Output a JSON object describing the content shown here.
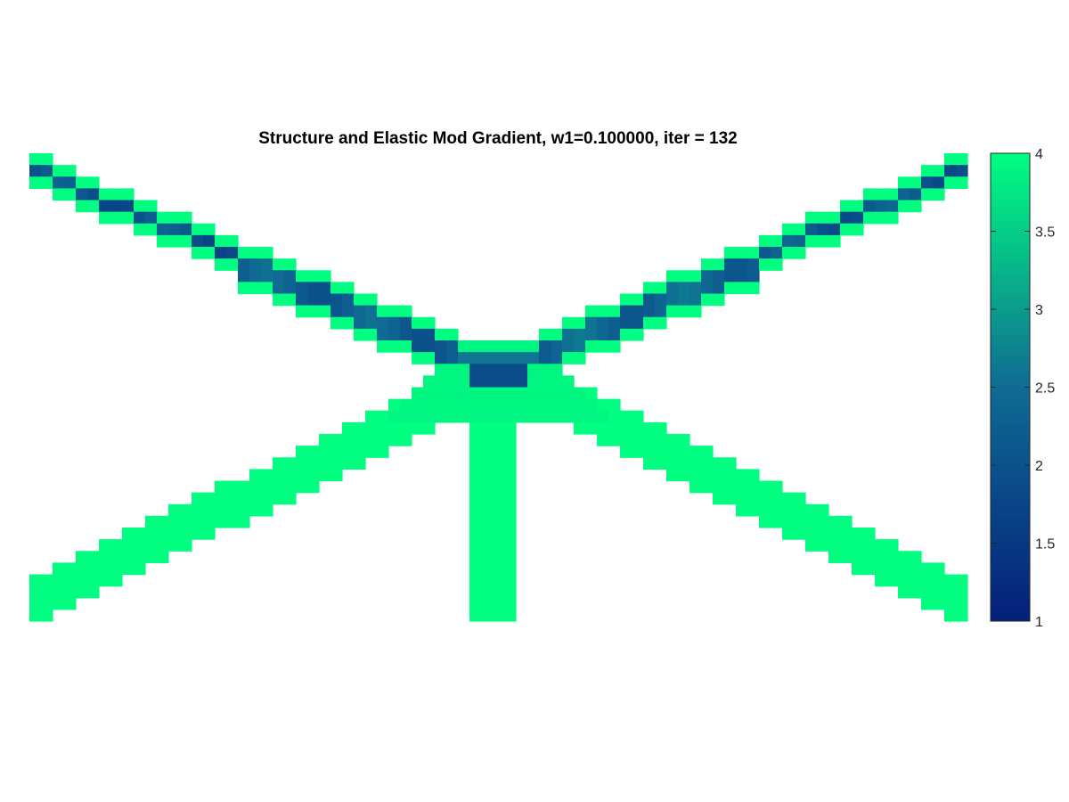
{
  "chart_data": {
    "type": "heatmap",
    "title": "Structure and Elastic Mod Gradient, w1=0.100000, iter = 132",
    "xlabel": "",
    "ylabel": "",
    "grid_cols": 81,
    "grid_rows": 40,
    "axis_visible": false,
    "colormap": {
      "low": "#041f7a",
      "mid": "#0f6b93",
      "high": "#00ff80"
    },
    "colorbar": {
      "range": [
        1,
        4
      ],
      "ticks": [
        4,
        3.5,
        3,
        2.5,
        2,
        1.5,
        1
      ],
      "tick_labels": [
        "4",
        "3.5",
        "3",
        "2.5",
        "2",
        "1.5",
        "1"
      ],
      "placement": "right"
    },
    "members": [
      {
        "name": "upper-left arm",
        "from_col": 0,
        "to_col": 36,
        "top_start": 0,
        "top_end": 15,
        "thickness_start": 3,
        "thickness_end": 4,
        "core_value": 2.0,
        "edge_value": 4.0
      },
      {
        "name": "upper-right arm",
        "from_col": 44,
        "to_col": 80,
        "top_start": 15,
        "top_end": 0,
        "thickness_start": 4,
        "thickness_end": 3,
        "core_value": 2.1,
        "edge_value": 4.0
      },
      {
        "name": "lower-left arm",
        "from_col": 0,
        "to_col": 36,
        "bottom_start": 39,
        "bottom_end": 22,
        "thickness_start": 4,
        "thickness_end": 4,
        "value": 4.0
      },
      {
        "name": "lower-right arm",
        "from_col": 46,
        "to_col": 80,
        "bottom_start": 22,
        "bottom_end": 39,
        "thickness_start": 4,
        "thickness_end": 4,
        "value": 4.0
      },
      {
        "name": "central stem",
        "from_col": 38,
        "to_col": 41,
        "top_row": 20,
        "bottom_row": 39,
        "value": 4.0
      },
      {
        "name": "junction",
        "from_col": 31,
        "to_col": 49,
        "top_row": 16,
        "bottom_row": 22,
        "value": 3.9,
        "core_value": 1.9
      }
    ]
  }
}
